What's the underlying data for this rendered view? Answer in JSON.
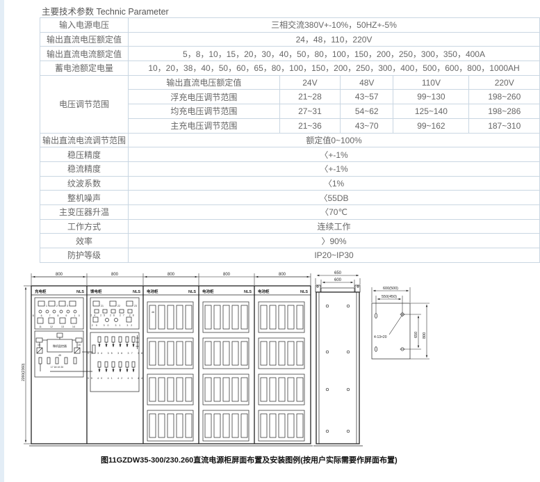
{
  "page": {
    "title": "主要技术参数 Technic Parameter"
  },
  "table": {
    "rows_top": [
      {
        "label": "输入电源电压",
        "value": "三相交流380V+-10%，50HZ+-5%"
      },
      {
        "label": "输出直流电压额定值",
        "value": "24，48，110，220V"
      },
      {
        "label": "输出直流电流额定值",
        "value": "5，8，10，15，20，30，40，50，80，100，150，200，250，300，350，400A"
      },
      {
        "label": "蓄电池额定电量",
        "value": "10，20，38，40，50，60，65，80，100，150，200，250，300，400，500，600，800，1000AH"
      }
    ],
    "voltage_section": {
      "label": "电压调节范围",
      "rows": [
        {
          "label": "输出直流电压额定值",
          "v": [
            "24V",
            "48V",
            "110V",
            "220V"
          ]
        },
        {
          "label": "浮充电压调节范围",
          "v": [
            "21~28",
            "43~57",
            "99~130",
            "198~260"
          ]
        },
        {
          "label": "均充电压调节范围",
          "v": [
            "27~31",
            "54~62",
            "125~140",
            "198~286"
          ]
        },
        {
          "label": "主充电压调节范围",
          "v": [
            "21~36",
            "43~70",
            "99~162",
            "187~310"
          ]
        }
      ]
    },
    "rows_bottom": [
      {
        "label": "输出直流电流调节范围",
        "value": "额定值0~100%"
      },
      {
        "label": "稳压精度",
        "value": "〈+-1%"
      },
      {
        "label": "稳流精度",
        "value": "〈+-1%"
      },
      {
        "label": "纹波系数",
        "value": "〈1%"
      },
      {
        "label": "整机噪声",
        "value": "〈55DB"
      },
      {
        "label": "主变压器升温",
        "value": "〈70℃"
      },
      {
        "label": "工作方式",
        "value": "连续工作"
      },
      {
        "label": "效率",
        "value": "〉90%"
      },
      {
        "label": "防护等级",
        "value": "IP20~IP30"
      }
    ]
  },
  "diagram": {
    "dims": {
      "bay_width": "800",
      "height": "2260(2360)",
      "side_overall": "650",
      "side_top": "600",
      "plan_w": "600(500)",
      "plan_holes_w": "550(450)",
      "plan_holes_d": "650",
      "plan_d": "800",
      "hole_spec": "4-13×20"
    },
    "cabinets": [
      {
        "name": "充电柜",
        "tag": "NLS"
      },
      {
        "name": "馈电柜",
        "tag": "NLS"
      },
      {
        "name": "电池柜",
        "tag": "NLS"
      },
      {
        "name": "电池柜",
        "tag": "NLS"
      },
      {
        "name": "电池柜",
        "tag": "NLS"
      }
    ],
    "labels": {
      "meter_nos": [
        "1",
        "2",
        "3"
      ],
      "lamp_nos": "5 6 7 8 9 10",
      "switch_nos": [
        "11",
        "12",
        "13",
        "14"
      ],
      "sch_left": "15",
      "sch_right": "16",
      "sch_bottom": "17  18  19  20",
      "monitor_box": "微机监控器",
      "monitor_no": "45",
      "feeder_meter_nos": [
        "21",
        "22",
        "23"
      ],
      "feeder_small_nos": "24 25 26 27 28",
      "feeder_dev_nos": "29  30  31  32",
      "fuse_row1_nos": "33 34 35 36 37 38",
      "fuse_row2_nos": "39 40 41 42 43 44",
      "battery_no": "46"
    },
    "caption": "图11GZDW35-300/230.260直流电源柜屏面布置及安装图例(按用户实际需要作屏面布置)"
  }
}
